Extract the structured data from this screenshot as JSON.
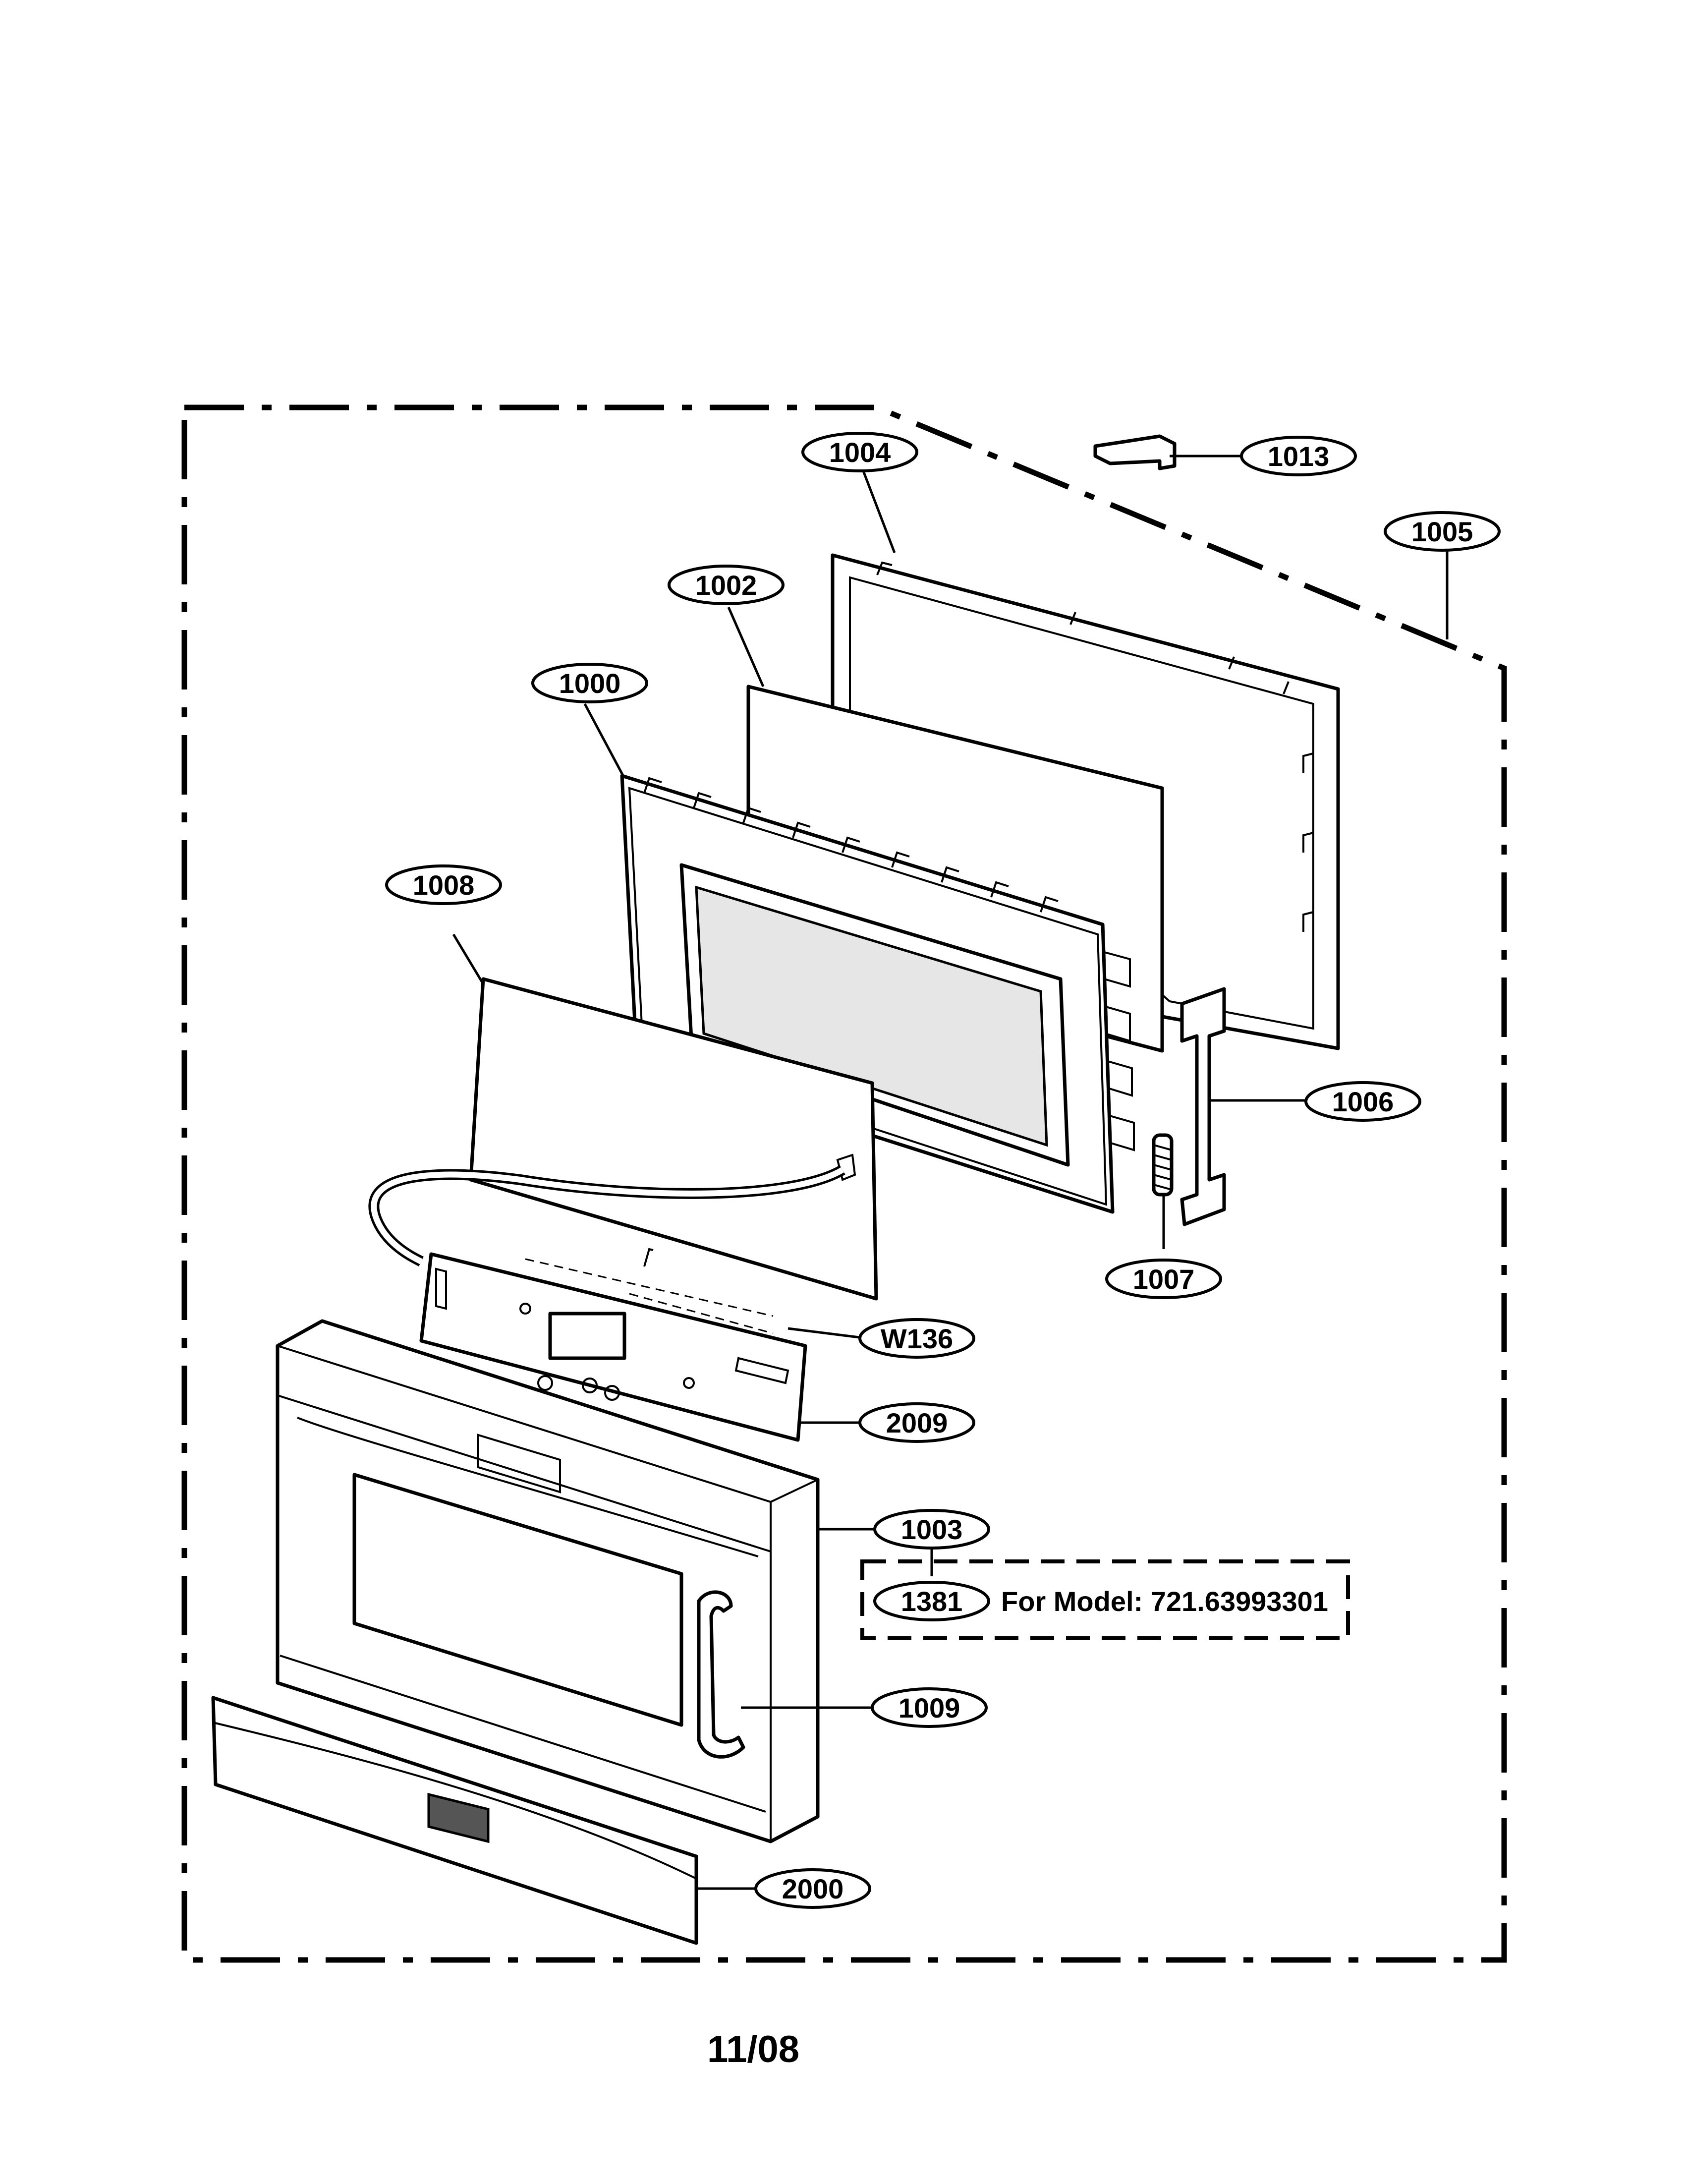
{
  "callouts": {
    "c1004": "1004",
    "c1013": "1013",
    "c1005": "1005",
    "c1002": "1002",
    "c1000": "1000",
    "c1008": "1008",
    "c1006": "1006",
    "c1007": "1007",
    "cW136": "W136",
    "c2009": "2009",
    "c1003": "1003",
    "c1381": "1381",
    "c1009": "1009",
    "c2000": "2000"
  },
  "model_note": "For  Model: 721.63993301",
  "date_code": "11/08"
}
